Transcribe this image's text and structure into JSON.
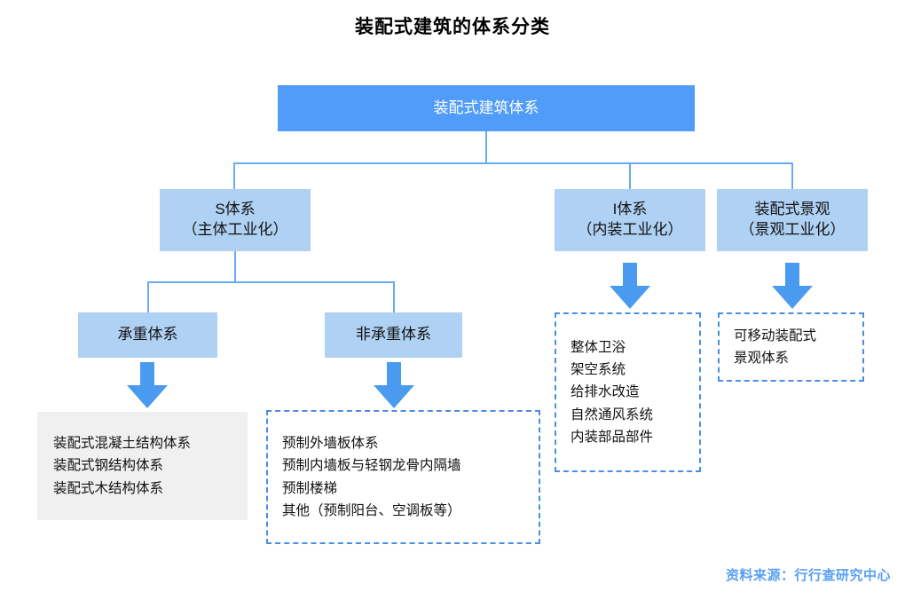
{
  "page": {
    "title": "装配式建筑的体系分类",
    "source_note": "资料来源：行行查研究中心",
    "colors": {
      "root_fill": "#519CF8",
      "branch_fill": "#AFD1F3",
      "connector": "#6AAAF5",
      "arrow": "#4A9BF0",
      "panel_gray": "#F0F0F0",
      "panel_dashed_border": "#4A90E2",
      "source_text": "#5AA0F2",
      "title_text": "#000000"
    }
  },
  "diagram": {
    "root": {
      "label": "装配式建筑体系"
    },
    "branches": [
      {
        "id": "s-system",
        "line1": "S体系",
        "line2": "（主体工业化）",
        "children": [
          {
            "id": "load-bearing",
            "label": "承重体系",
            "panel_style": "gray",
            "items": [
              "装配式混凝土结构体系",
              "装配式钢结构体系",
              "装配式木结构体系"
            ]
          },
          {
            "id": "non-load-bearing",
            "label": "非承重体系",
            "panel_style": "dashed",
            "items": [
              "预制外墙板体系",
              "预制内墙板与轻钢龙骨内隔墙",
              "预制楼梯",
              "其他（预制阳台、空调板等）"
            ]
          }
        ]
      },
      {
        "id": "i-system",
        "line1": "I体系",
        "line2": "（内装工业化）",
        "panel_style": "dashed",
        "items": [
          "整体卫浴",
          "架空系统",
          "给排水改造",
          "自然通风系统",
          "内装部品部件"
        ]
      },
      {
        "id": "landscape-system",
        "line1": "装配式景观",
        "line2": "（景观工业化）",
        "panel_style": "dashed",
        "items": [
          "可移动装配式",
          "景观体系"
        ]
      }
    ]
  }
}
